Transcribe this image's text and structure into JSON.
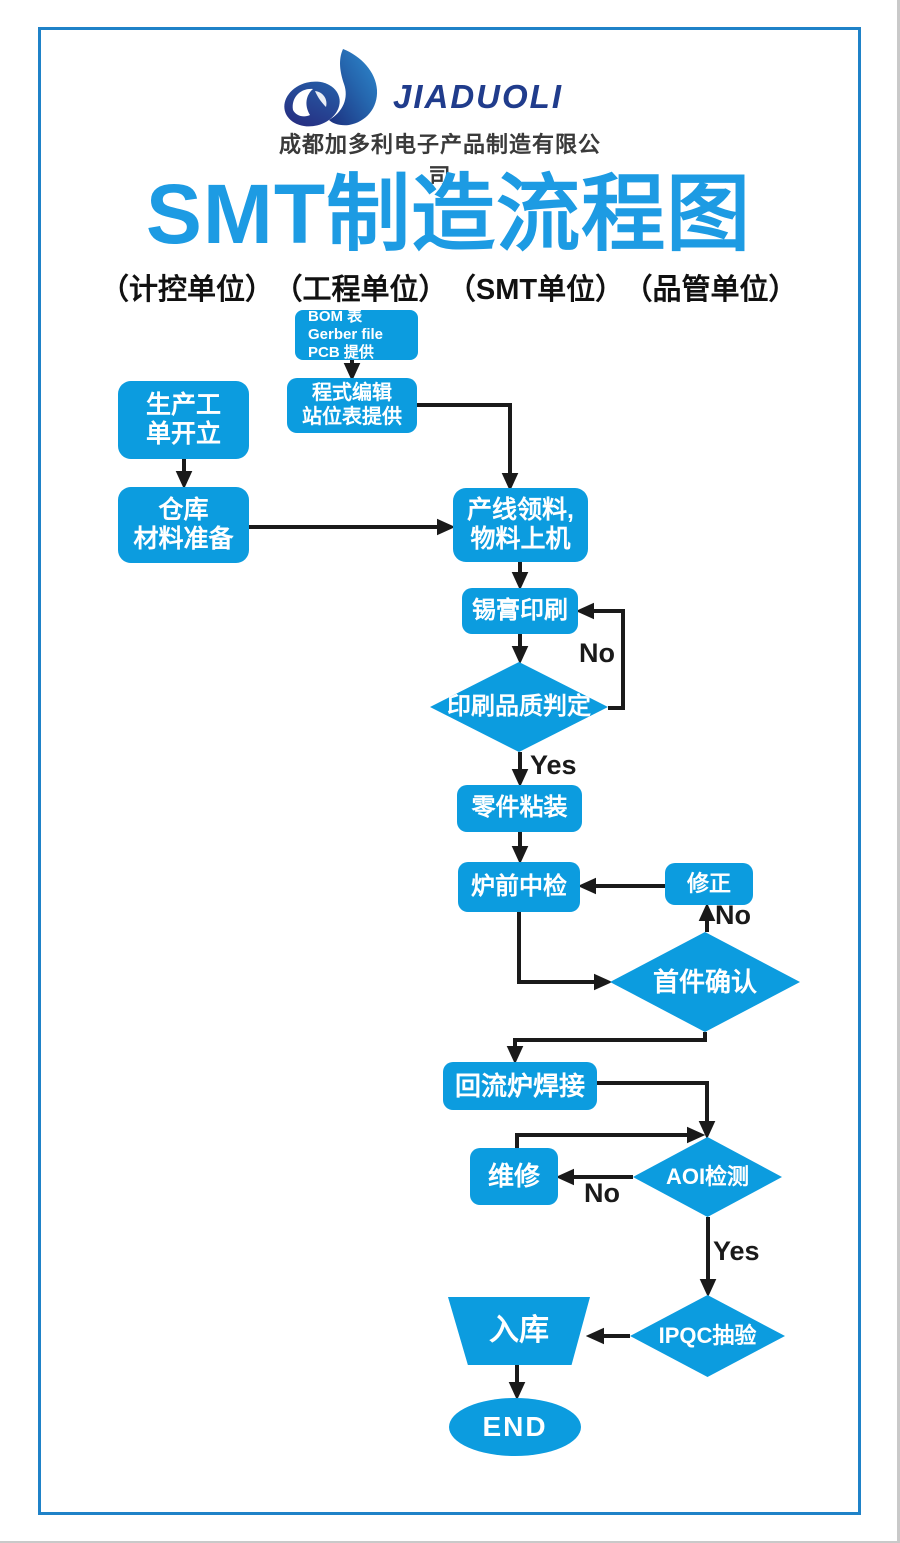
{
  "header": {
    "brand": "JIADUOLI",
    "company": "成都加多利电子产品制造有限公司",
    "title": "SMT制造流程图",
    "units": [
      "（计控单位）",
      "（工程单位）",
      "（SMT单位）",
      "（品管单位）"
    ]
  },
  "colors": {
    "node_fill": "#0c9cdf",
    "title_blue": "#1d9be3",
    "frame_blue": "#1f82c8",
    "brand_navy": "#203c8c",
    "arrow_black": "#1a1a1a"
  },
  "flow": {
    "nodes": {
      "bom": "BOM 表\nGerber file\nPCB 提供",
      "program": "程式编辑\n站位表提供",
      "work_order": "生产工\n单开立",
      "warehouse": "仓库\n材料准备",
      "line_pick": "产线领料,\n物料上机",
      "solder_print": "锡膏印刷",
      "print_quality": "印刷品质判定",
      "placement": "零件粘装",
      "pre_oven_check": "炉前中检",
      "correction": "修正",
      "first_article": "首件确认",
      "reflow": "回流炉焊接",
      "repair": "维修",
      "aoi": "AOI检测",
      "ipqc": "IPQC抽验",
      "storage": "入库",
      "end": "END"
    },
    "labels": {
      "no_print": "No",
      "yes_print": "Yes",
      "no_first_article": "No",
      "no_aoi": "No",
      "yes_aoi": "Yes"
    }
  }
}
